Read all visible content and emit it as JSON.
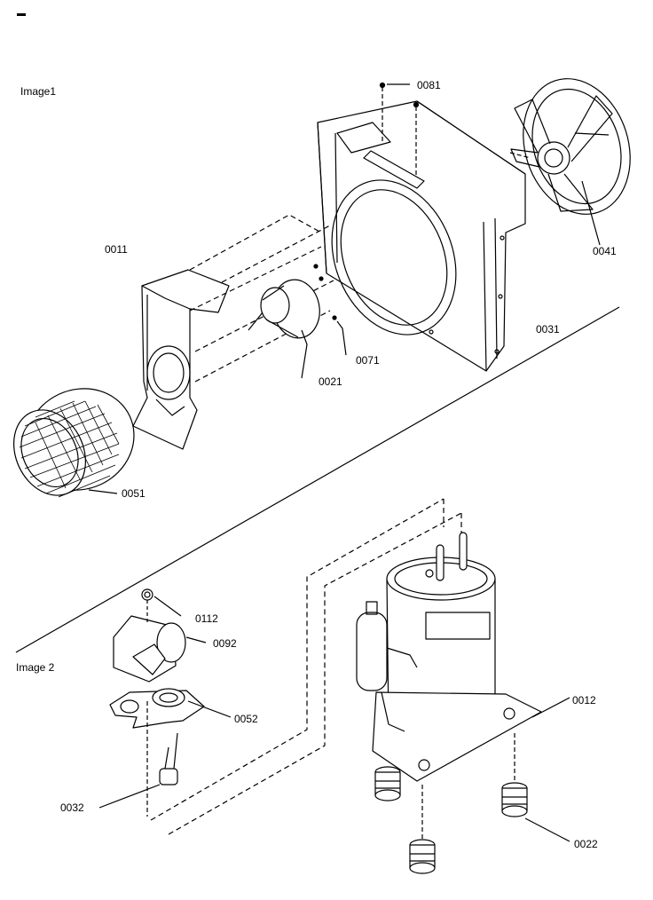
{
  "sections": {
    "image1": "Image1",
    "image2": "Image 2"
  },
  "parts": {
    "p0081": "0081",
    "p0011": "0011",
    "p0041": "0041",
    "p0031": "0031",
    "p0071": "0071",
    "p0021": "0021",
    "p0051": "0051",
    "p0112": "0112",
    "p0092": "0092",
    "p0052": "0052",
    "p0012": "0012",
    "p0032": "0032",
    "p0022": "0022"
  }
}
